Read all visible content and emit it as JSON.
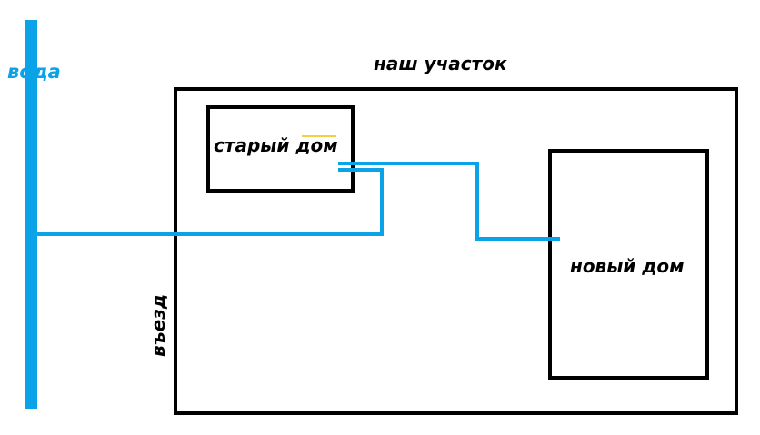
{
  "labels": {
    "water": "вода",
    "plot": "наш участок",
    "old_house": "старый дом",
    "new_house": "новый дом",
    "entrance": "въезд"
  },
  "colors": {
    "water": "#0ba3e8",
    "outline": "#000000",
    "text": "#000000",
    "highlight": "#f2d23c"
  }
}
